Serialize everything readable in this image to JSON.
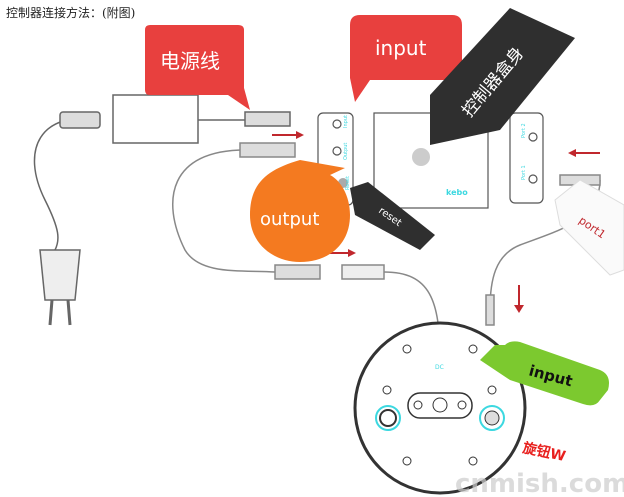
{
  "title": "控制器连接方法：(附图)",
  "labels": {
    "power_cable": "电源线",
    "input_top": "input",
    "controller_box": "控制器盒身",
    "output": "output",
    "reset": "reset",
    "port1": "port1",
    "input_robot": "input",
    "knob": "旋钮W"
  },
  "panel": {
    "input": "Input",
    "output": "Output",
    "reset": "Reset",
    "port2": "Port 2",
    "port1_small": "Port 1",
    "logo": "kebo",
    "dc": "DC"
  },
  "watermark": "cnmish.com",
  "colors": {
    "red": "#e8403e",
    "orange": "#f47a20",
    "dark": "#2f2f2f",
    "green": "#7cc92f",
    "cyan": "#3cd8e0",
    "arrow": "#c0272d"
  }
}
